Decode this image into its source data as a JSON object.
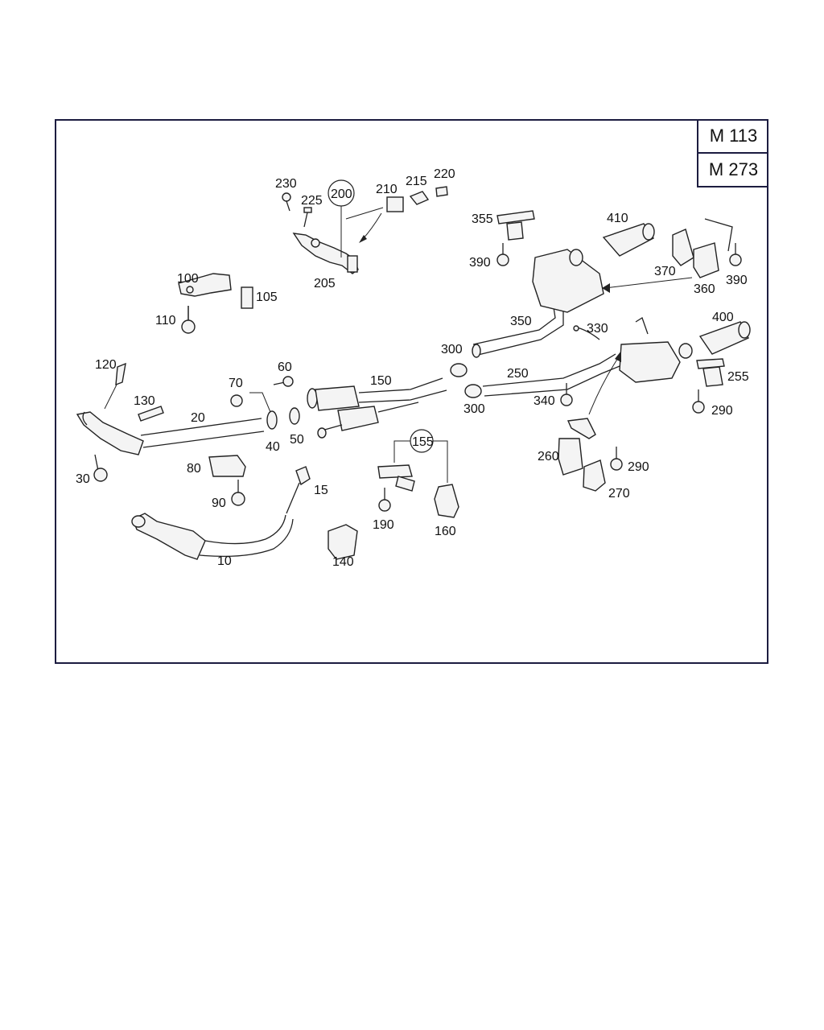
{
  "engine_codes": [
    "M 113",
    "M 273"
  ],
  "part_labels": {
    "p10": "10",
    "p15": "15",
    "p20": "20",
    "p30": "30",
    "p40": "40",
    "p50": "50",
    "p60": "60",
    "p70": "70",
    "p80": "80",
    "p90": "90",
    "p100": "100",
    "p105": "105",
    "p110": "110",
    "p120": "120",
    "p130": "130",
    "p140": "140",
    "p150": "150",
    "p155": "155",
    "p160": "160",
    "p190": "190",
    "p200": "200",
    "p205": "205",
    "p210": "210",
    "p215": "215",
    "p220": "220",
    "p225": "225",
    "p230": "230",
    "p250": "250",
    "p255": "255",
    "p260": "260",
    "p270": "270",
    "p290a": "290",
    "p290b": "290",
    "p300a": "300",
    "p300b": "300",
    "p330": "330",
    "p340": "340",
    "p350": "350",
    "p355": "355",
    "p360": "360",
    "p370": "370",
    "p390a": "390",
    "p390b": "390",
    "p400": "400",
    "p410": "410"
  }
}
